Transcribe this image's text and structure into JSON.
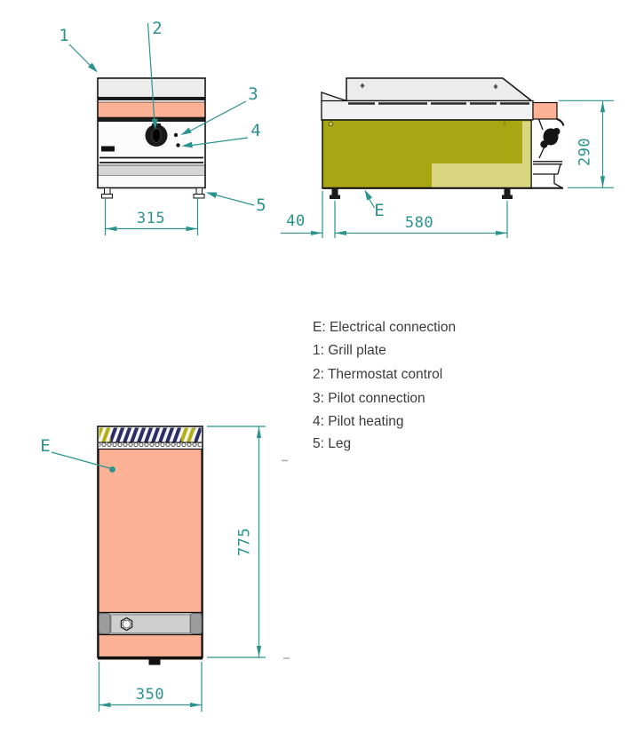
{
  "colors": {
    "teal": "#2a938e",
    "salmon": "#fdb195",
    "olive": "#a9a613",
    "olive_light": "#d9d67f",
    "hatch_navy": "#2c2c66",
    "hatch_olive": "#b4ae16",
    "legend_text": "#3b3b3b"
  },
  "callouts": {
    "grill_plate": "1",
    "thermostat_control": "2",
    "pilot_connection": "3",
    "pilot_heating": "4",
    "leg": "5",
    "electrical_connection": "E"
  },
  "dimensions": {
    "front_leg_spacing": "315",
    "side_height": "290",
    "side_leg_offset": "40",
    "side_leg_spacing": "580",
    "top_depth": "775",
    "top_width": "350"
  },
  "legend": {
    "items": [
      "E: Electrical connection",
      "1: Grill plate",
      "2: Thermostat control",
      "3: Pilot connection",
      "4: Pilot heating",
      "5: Leg"
    ]
  }
}
